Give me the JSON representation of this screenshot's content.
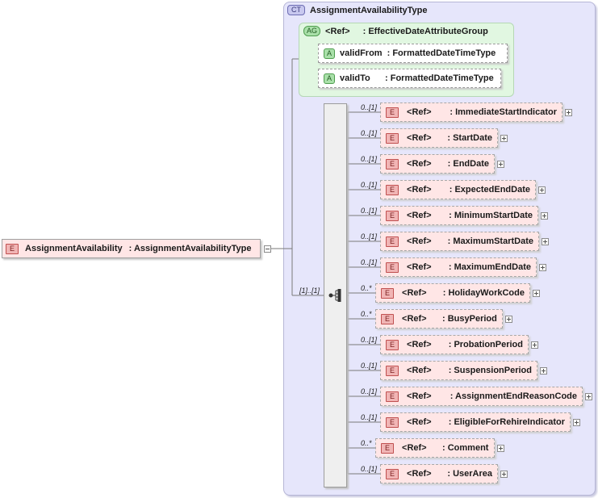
{
  "root": {
    "badge": "E",
    "name": "AssignmentAvailability",
    "type": ": AssignmentAvailabilityType"
  },
  "complex_type": {
    "badge": "CT",
    "name": "AssignmentAvailabilityType"
  },
  "attribute_group": {
    "badge": "AG",
    "ref": "<Ref>",
    "name": ": EffectiveDateAttributeGroup"
  },
  "attributes": [
    {
      "badge": "A",
      "name": "validFrom",
      "type": ": FormattedDateTimeType"
    },
    {
      "badge": "A",
      "name": "validTo",
      "type": ": FormattedDateTimeType"
    }
  ],
  "sequence": {
    "multiplicity": "[1]..[1]"
  },
  "elements": [
    {
      "occ": "0..[1]",
      "badge": "E",
      "ref": "<Ref>",
      "name": ": ImmediateStartIndicator"
    },
    {
      "occ": "0..[1]",
      "badge": "E",
      "ref": "<Ref>",
      "name": ": StartDate"
    },
    {
      "occ": "0..[1]",
      "badge": "E",
      "ref": "<Ref>",
      "name": ": EndDate"
    },
    {
      "occ": "0..[1]",
      "badge": "E",
      "ref": "<Ref>",
      "name": ": ExpectedEndDate"
    },
    {
      "occ": "0..[1]",
      "badge": "E",
      "ref": "<Ref>",
      "name": ": MinimumStartDate"
    },
    {
      "occ": "0..[1]",
      "badge": "E",
      "ref": "<Ref>",
      "name": ": MaximumStartDate"
    },
    {
      "occ": "0..[1]",
      "badge": "E",
      "ref": "<Ref>",
      "name": ": MaximumEndDate"
    },
    {
      "occ": "0..*",
      "badge": "E",
      "ref": "<Ref>",
      "name": ": HolidayWorkCode"
    },
    {
      "occ": "0..*",
      "badge": "E",
      "ref": "<Ref>",
      "name": ": BusyPeriod"
    },
    {
      "occ": "0..[1]",
      "badge": "E",
      "ref": "<Ref>",
      "name": ": ProbationPeriod"
    },
    {
      "occ": "0..[1]",
      "badge": "E",
      "ref": "<Ref>",
      "name": ": SuspensionPeriod"
    },
    {
      "occ": "0..[1]",
      "badge": "E",
      "ref": "<Ref>",
      "name": ": AssignmentEndReasonCode"
    },
    {
      "occ": "0..[1]",
      "badge": "E",
      "ref": "<Ref>",
      "name": ": EligibleForRehireIndicator"
    },
    {
      "occ": "0..*",
      "badge": "E",
      "ref": "<Ref>",
      "name": ": Comment"
    },
    {
      "occ": "0..[1]",
      "badge": "E",
      "ref": "<Ref>",
      "name": ": UserArea"
    }
  ]
}
